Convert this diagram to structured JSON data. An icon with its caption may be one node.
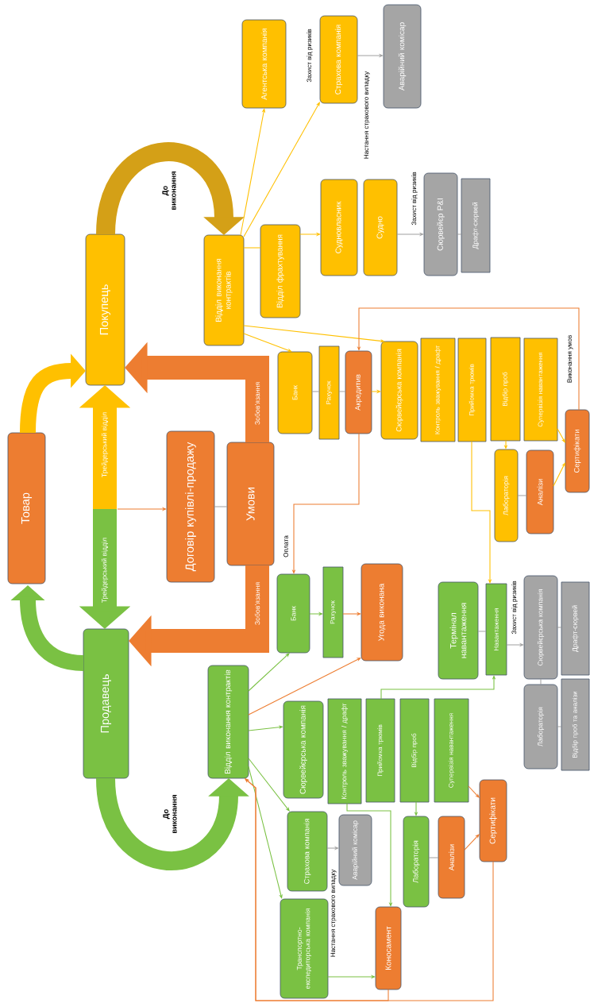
{
  "diagram": {
    "nodes": [
      {
        "text": [
          "Товар"
        ]
      },
      {
        "text": [
          "Покупець"
        ]
      },
      {
        "text": [
          "Продавець"
        ]
      },
      {
        "text": [
          "Договір купівлі-продажу"
        ]
      },
      {
        "text": [
          "Умови"
        ]
      },
      {
        "text": [
          "Відділ виконання контрактів"
        ]
      },
      {
        "text": [
          "Агентська компанія"
        ]
      },
      {
        "text": [
          "Страхова компанія"
        ]
      },
      {
        "text": [
          "Аварійний комісар"
        ]
      },
      {
        "text": [
          "Відділ фрахтування"
        ]
      },
      {
        "text": [
          "Судновласник"
        ]
      },
      {
        "text": [
          "Судно"
        ]
      },
      {
        "text": [
          "Сюрвейєр P&I"
        ]
      },
      {
        "text": [
          "Драфт-сюрвей"
        ]
      },
      {
        "text": [
          "Банк"
        ]
      },
      {
        "text": [
          "Рахунок"
        ]
      },
      {
        "text": [
          "Акредитив"
        ]
      },
      {
        "text": [
          "Сюрвейєрська компанія"
        ]
      },
      {
        "text": [
          "Контроль зважування / драфт"
        ]
      },
      {
        "text": [
          "Прийомка трюмів"
        ]
      },
      {
        "text": [
          "Відбір проб"
        ]
      },
      {
        "text": [
          "Супервізія навантаження"
        ]
      },
      {
        "text": [
          "Сертифікати"
        ]
      },
      {
        "text": [
          "Лабораторія"
        ]
      },
      {
        "text": [
          "Аналізи"
        ]
      },
      {
        "text": [
          "Відділ виконання контрактів"
        ]
      },
      {
        "text": [
          "Банк"
        ]
      },
      {
        "text": [
          "Рахунок"
        ]
      },
      {
        "text": [
          "Угода виконана"
        ]
      },
      {
        "text": [
          "Термінал навантаження"
        ]
      },
      {
        "text": [
          "Навантаження"
        ]
      },
      {
        "text": [
          "Сюрвейєрська компанія"
        ]
      },
      {
        "text": [
          "Драфт-сюрвей"
        ]
      },
      {
        "text": [
          "Лабораторія"
        ]
      },
      {
        "text": [
          "Відбір проб та аналізи"
        ]
      },
      {
        "text": [
          "Сюрвейєрська компанія"
        ]
      },
      {
        "text": [
          "Контроль зважування / драфт"
        ]
      },
      {
        "text": [
          "Прийомка трюмів"
        ]
      },
      {
        "text": [
          "Відбір проб"
        ]
      },
      {
        "text": [
          "Супервізія навантаження"
        ]
      },
      {
        "text": [
          "Страхова компанія"
        ]
      },
      {
        "text": [
          "Аварійний комісар"
        ]
      },
      {
        "text": [
          "Транспортно-експедиторська компанія"
        ]
      },
      {
        "text": [
          "Коносамент"
        ]
      },
      {
        "text": [
          "Лабораторія"
        ]
      },
      {
        "text": [
          "Аналізи"
        ]
      },
      {
        "text": [
          "Сертифікати"
        ]
      }
    ],
    "edges": [
      {
        "from": 2,
        "to": 0,
        "arrow": "to",
        "style": "thick",
        "color": "#7ac143"
      },
      {
        "from": 0,
        "to": 1,
        "arrow": "to",
        "style": "thick",
        "color": "#ffc000"
      },
      {
        "from": 1,
        "to": 5,
        "arrow": "to",
        "label": "До виконання",
        "style": "thick",
        "color": "#d4a017"
      },
      {
        "from": 2,
        "to": 25,
        "arrow": "to",
        "label": "До виконання",
        "style": "thick",
        "color": "#7ac143"
      },
      {
        "from": null,
        "to": 1,
        "arrow": "to",
        "label": "Трейдерський відділ",
        "style": "thick",
        "color": "#ffc000"
      },
      {
        "from": null,
        "to": 2,
        "arrow": "to",
        "label": "Трейдерський відділ",
        "style": "thick",
        "color": "#7ac143"
      },
      {
        "from": null,
        "to": 3,
        "arrow": "to",
        "color": "#ed7d31"
      },
      {
        "from": 4,
        "to": 1,
        "arrow": "to",
        "label": "Зобов’язання",
        "style": "thick",
        "color": "#ed7d31"
      },
      {
        "from": 4,
        "to": 2,
        "arrow": "to",
        "label": "Зобов’язання",
        "style": "thick",
        "color": "#ed7d31"
      },
      {
        "from": 3,
        "to": 4,
        "arrow": "none",
        "color": "#a5a5a5"
      },
      {
        "from": 5,
        "to": 6,
        "arrow": "to",
        "color": "#ffc000"
      },
      {
        "from": 5,
        "to": 7,
        "arrow": "to",
        "color": "#ffc000"
      },
      {
        "from": 5,
        "to": 9,
        "arrow": "none",
        "color": "#ffc000"
      },
      {
        "from": 9,
        "to": 10,
        "arrow": "to",
        "color": "#ffc000"
      },
      {
        "from": 11,
        "to": 12,
        "arrow": "to",
        "label": "Захист від ризиків",
        "color": "#a5a5a5"
      },
      {
        "from": 12,
        "to": 13,
        "arrow": "none",
        "color": "#a5a5a5"
      },
      {
        "from": 7,
        "to": 8,
        "arrow": "to",
        "label": "Настання страхового випадку",
        "color": "#a5a5a5"
      },
      {
        "from": 5,
        "to": 14,
        "arrow": "to",
        "color": "#ffc000"
      },
      {
        "from": 5,
        "to": 17,
        "arrow": "to",
        "color": "#ffc000"
      },
      {
        "from": 14,
        "to": 15,
        "arrow": "none",
        "color": "#a5a5a5"
      },
      {
        "from": 15,
        "to": 16,
        "arrow": "none",
        "color": "#a5a5a5"
      },
      {
        "from": 16,
        "to": 17,
        "arrow": "to",
        "color": "#ffc000"
      },
      {
        "from": 22,
        "to": 16,
        "arrow": "to",
        "label": "Виконання умов",
        "color": "#ed7d31"
      },
      {
        "from": 20,
        "to": 23,
        "arrow": "to",
        "color": "#ffc000"
      },
      {
        "from": 23,
        "to": 24,
        "arrow": "none",
        "color": "#a5a5a5"
      },
      {
        "from": 24,
        "to": 22,
        "arrow": "to",
        "color": "#ffc000"
      },
      {
        "from": 21,
        "to": 22,
        "arrow": "to",
        "color": "#ffc000"
      },
      {
        "from": 19,
        "to": 30,
        "arrow": "to",
        "color": "#ffc000"
      },
      {
        "from": 16,
        "to": 26,
        "arrow": "to",
        "label": "Оплата",
        "color": "#ed7d31"
      },
      {
        "from": 25,
        "to": 26,
        "arrow": "to",
        "color": "#7ac143"
      },
      {
        "from": 25,
        "to": 28,
        "arrow": "to",
        "color": "#ed7d31"
      },
      {
        "from": 25,
        "to": 35,
        "arrow": "to",
        "color": "#7ac143"
      },
      {
        "from": 25,
        "to": 40,
        "arrow": "to",
        "color": "#7ac143"
      },
      {
        "from": 25,
        "to": 42,
        "arrow": "to",
        "color": "#7ac143"
      },
      {
        "from": 26,
        "to": 27,
        "arrow": "to",
        "color": "#7ac143"
      },
      {
        "from": 27,
        "to": 28,
        "arrow": "to",
        "color": "#ed7d31"
      },
      {
        "from": 29,
        "to": 30,
        "arrow": "none",
        "color": "#a5a5a5"
      },
      {
        "from": 30,
        "to": 31,
        "arrow": "to",
        "label": "Захист від ризиків",
        "color": "#a5a5a5"
      },
      {
        "from": 31,
        "to": 33,
        "arrow": "none",
        "color": "#a5a5a5"
      },
      {
        "from": 31,
        "to": 32,
        "arrow": "none",
        "color": "#a5a5a5"
      },
      {
        "from": 33,
        "to": 34,
        "arrow": "none",
        "color": "#a5a5a5"
      },
      {
        "from": 37,
        "to": 30,
        "arrow": "to",
        "color": "#7ac143"
      },
      {
        "from": 36,
        "to": 43,
        "arrow": "to",
        "color": "#7ac143"
      },
      {
        "from": 38,
        "to": 44,
        "arrow": "to",
        "color": "#7ac143"
      },
      {
        "from": 44,
        "to": 45,
        "arrow": "none",
        "color": "#a5a5a5"
      },
      {
        "from": 45,
        "to": 46,
        "arrow": "to",
        "color": "#ed7d31"
      },
      {
        "from": 39,
        "to": 46,
        "arrow": "to",
        "color": "#ed7d31"
      },
      {
        "from": 42,
        "to": 43,
        "arrow": "to",
        "color": "#7ac143"
      },
      {
        "from": 40,
        "to": 41,
        "arrow": "to",
        "label": "Настання страхового випадку",
        "color": "#a5a5a5"
      },
      {
        "from": 46,
        "to": 25,
        "arrow": "to",
        "color": "#ed7d31"
      },
      {
        "from": 43,
        "to": 25,
        "arrow": "to",
        "color": "#ed7d31"
      }
    ],
    "labels": [
      "Захист від ризиків"
    ]
  }
}
